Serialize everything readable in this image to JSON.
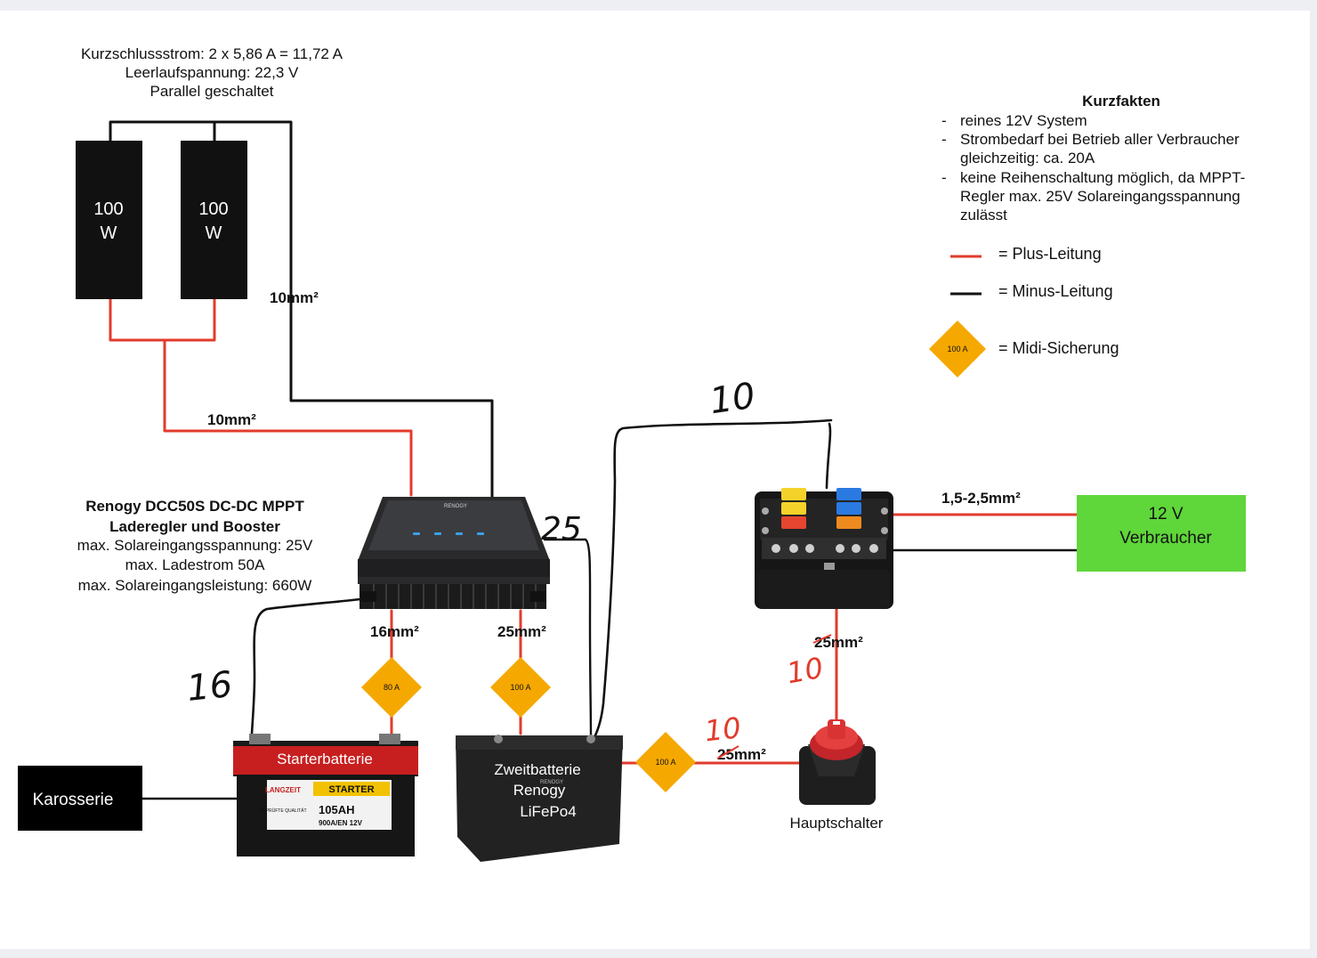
{
  "solar": {
    "specs": [
      "Kurzschlussstrom: 2 x 5,86 A = 11,72 A",
      "Leerlaufspannung: 22,3 V",
      "Parallel geschaltet"
    ],
    "panel_a": {
      "line1": "100",
      "line2": "W"
    },
    "panel_b": {
      "line1": "100",
      "line2": "W"
    }
  },
  "facts": {
    "title": "Kurzfakten",
    "lines": [
      "reines 12V System",
      "Strombedarf bei Betrieb aller Verbraucher",
      "gleichzeitig: ca. 20A",
      "keine Reihenschaltung möglich, da MPPT-",
      "Regler max. 25V Solareingangsspannung",
      "zulässt"
    ]
  },
  "legend": {
    "plus": "= Plus-Leitung",
    "minus": "= Minus-Leitung",
    "fuse_label": "100 A",
    "fuse": "= Midi-Sicherung",
    "colors": {
      "plus": "#e8372a",
      "minus": "#000000",
      "fuse": "#f5a800"
    }
  },
  "controller": {
    "title1": "Renogy DCC50S DC-DC MPPT",
    "title2": "Laderegler und Booster",
    "specs": [
      "max. Solareingangsspannung: 25V",
      "max. Ladestrom 50A",
      "max. Solareingangsleistung: 660W"
    ],
    "brand": "RENOGY"
  },
  "cables": {
    "solar_minus": "10mm²",
    "solar_plus": "10mm²",
    "ctrl_starter": "16mm²",
    "ctrl_second": "25mm²",
    "fusebox_loads": "1,5-2,5mm²",
    "fusebox_switch": "25mm²",
    "second_switch": "25mm²"
  },
  "fuses": {
    "starter": "80 A",
    "second": "100 A",
    "second_out": "100 A"
  },
  "handwritten": {
    "top_wire": "10",
    "ctrl_wire": "25",
    "starter_wire": "16",
    "fusebox_switch": "10",
    "second_switch": "10"
  },
  "loads": {
    "line1": "12 V",
    "line2": "Verbraucher",
    "color": "#5fd63a"
  },
  "chassis": {
    "label": "Karosserie"
  },
  "starter_battery": {
    "label": "Starterbatterie",
    "brand": "LANGZEIT",
    "type": "STARTER",
    "quality": "GEPRÜFTE QUALITÄT",
    "capacity": "105AH",
    "cca": "900A/EN 12V"
  },
  "second_battery": {
    "line1": "Zweitbatterie",
    "line2": "Renogy",
    "line3": "LiFePo4",
    "brand": "RENOGY"
  },
  "switch": {
    "label": "Hauptschalter"
  }
}
